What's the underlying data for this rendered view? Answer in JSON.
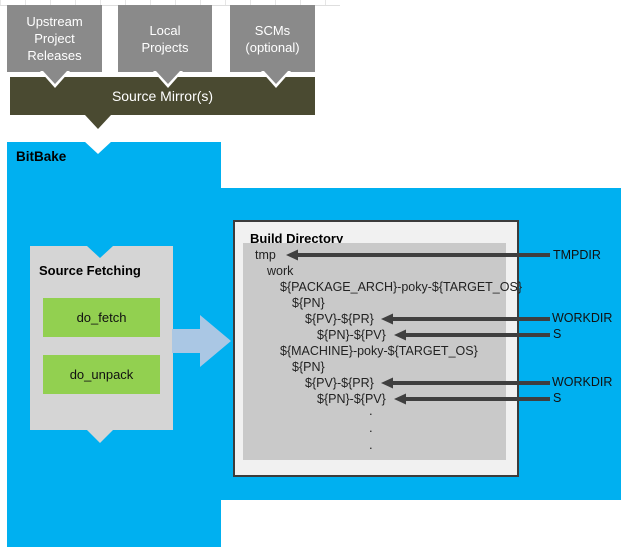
{
  "title_area": {
    "source_boxes": [
      {
        "label": "Upstream\nProject\nReleases"
      },
      {
        "label": "Local\nProjects"
      },
      {
        "label": "SCMs\n(optional)"
      }
    ],
    "mirror_label": "Source Mirror(s)"
  },
  "bitbake": {
    "label": "BitBake"
  },
  "source_fetching": {
    "title": "Source Fetching",
    "tasks": [
      "do_fetch",
      "do_unpack"
    ]
  },
  "build_directory": {
    "title": "Build Directory",
    "tree": [
      "tmp",
      "work",
      "${PACKAGE_ARCH}-poky-${TARGET_OS}",
      "${PN}",
      "${PV}-${PR}",
      "${PN}-${PV}",
      "${MACHINE}-poky-${TARGET_OS}",
      "${PN}",
      "${PV}-${PR}",
      "${PN}-${PV}"
    ],
    "ellipsis": [
      ".",
      ".",
      "."
    ]
  },
  "pointers": [
    {
      "label": "TMPDIR"
    },
    {
      "label": "WORKDIR"
    },
    {
      "label": "S"
    },
    {
      "label": "WORKDIR"
    },
    {
      "label": "S"
    }
  ],
  "colors": {
    "bitbake_blue": "#00b0f0",
    "task_green": "#92d050",
    "mirror_olive": "#4a4a31",
    "source_box_gray": "#8a8a8a",
    "fetch_box_gray": "#d5d5d5",
    "dir_panel_gray": "#c9c9c9",
    "build_box_bg": "#f1f1f1",
    "pointer_arrow_dark": "#3f3f3f",
    "flow_arrow_blue": "#aac7e4"
  }
}
